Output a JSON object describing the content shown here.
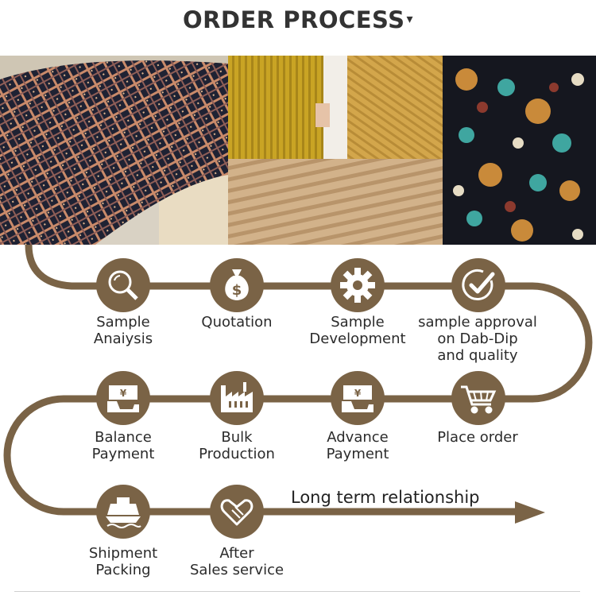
{
  "title": "ORDER PROCESS",
  "title_marker": "▾",
  "colors": {
    "accent": "#7a6346",
    "icon_bg": "#7a6346",
    "icon_fg": "#ffffff"
  },
  "photos": [
    {
      "name": "plaid-fabric-photo",
      "description_icon": "plaid-pattern"
    },
    {
      "name": "corduroy-yellow-photo",
      "description_icon": "corduroy-pattern"
    },
    {
      "name": "velvet-stripe-photo",
      "description_icon": "stripe-pattern"
    },
    {
      "name": "floral-dress-photo",
      "description_icon": "floral-pattern"
    }
  ],
  "steps": [
    {
      "id": "sample-analysis",
      "icon": "magnifier-icon",
      "lines": [
        "Sample",
        "Anaiysis"
      ]
    },
    {
      "id": "quotation",
      "icon": "money-bag-icon",
      "lines": [
        "Quotation"
      ]
    },
    {
      "id": "sample-development",
      "icon": "gear-icon",
      "lines": [
        "Sample",
        "Development"
      ]
    },
    {
      "id": "sample-approval",
      "icon": "check-circle-icon",
      "lines": [
        "sample approval",
        "on Dab-Dip",
        "and quality"
      ]
    },
    {
      "id": "place-order",
      "icon": "cart-icon",
      "lines": [
        "Place order"
      ]
    },
    {
      "id": "advance-payment",
      "icon": "payment-icon",
      "lines": [
        "Advance",
        "Payment"
      ]
    },
    {
      "id": "bulk-production",
      "icon": "factory-icon",
      "lines": [
        "Bulk",
        "Production"
      ]
    },
    {
      "id": "balance-payment",
      "icon": "payment-icon",
      "lines": [
        "Balance",
        "Payment"
      ]
    },
    {
      "id": "shipment-packing",
      "icon": "ship-icon",
      "lines": [
        "Shipment",
        "Packing"
      ]
    },
    {
      "id": "after-sales",
      "icon": "handshake-icon",
      "lines": [
        "After",
        "Sales service"
      ]
    }
  ],
  "tagline": "Long term relationship"
}
